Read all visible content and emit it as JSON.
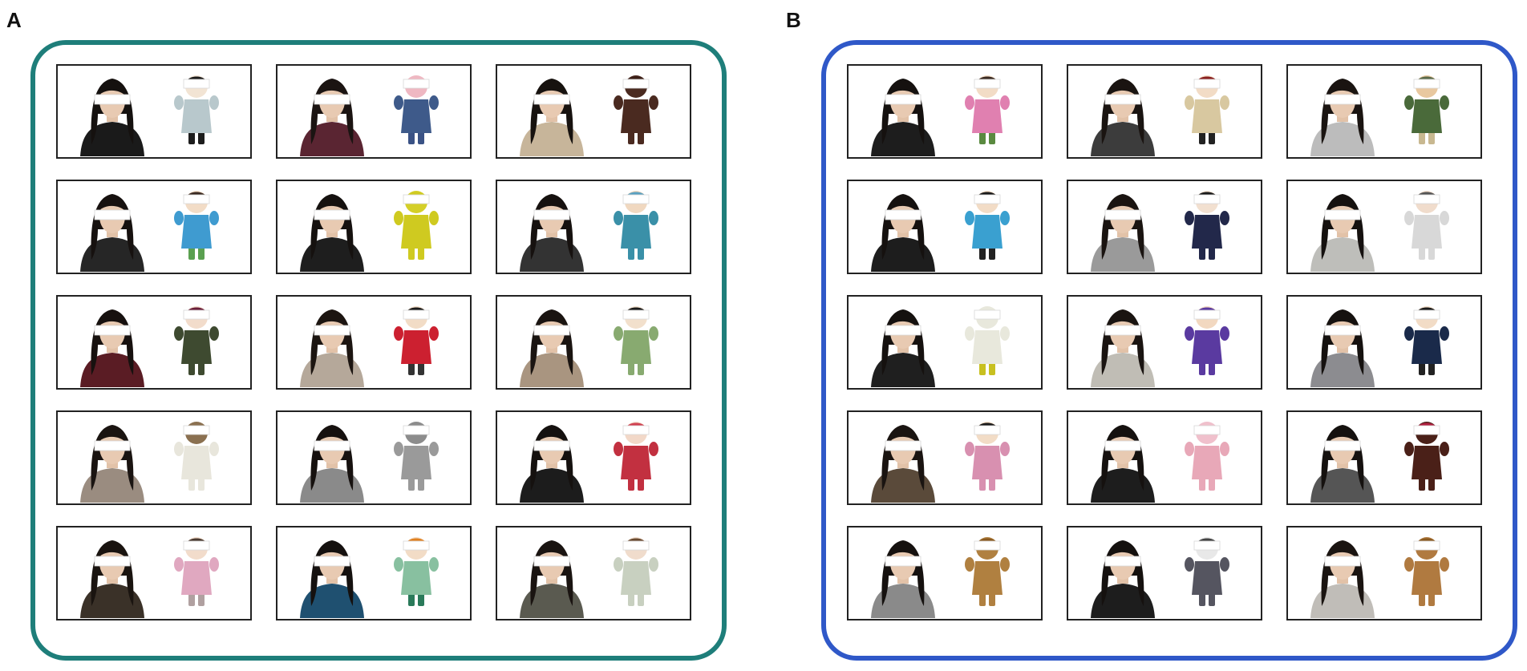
{
  "panels": [
    {
      "label": "A",
      "border_color": "#1e7e7a",
      "rows": 5,
      "cols": 3,
      "cards": [
        {
          "hair": "#15110f",
          "clothes": "#1a1a1a",
          "doll_body": "#b8c8cc",
          "doll_head": "#f2e4d4",
          "doll_hair": "#1a1a1a",
          "doll_legs": "#1d1d1d"
        },
        {
          "hair": "#1b1412",
          "clothes": "#5a2532",
          "doll_body": "#3e5a8a",
          "doll_head": "#efb8c2",
          "doll_hair": "#efb8c2",
          "doll_legs": "#3a5285"
        },
        {
          "hair": "#17120f",
          "clothes": "#c7b59a",
          "doll_body": "#4a2a20",
          "doll_head": "#4a2a20",
          "doll_hair": "#3a1e16",
          "doll_legs": "#4a2a20"
        },
        {
          "hair": "#16110f",
          "clothes": "#262626",
          "doll_body": "#3f9bd0",
          "doll_head": "#f2dcc6",
          "doll_hair": "#3a2a22",
          "doll_legs": "#5aa050"
        },
        {
          "hair": "#15110f",
          "clothes": "#1e1e1e",
          "doll_body": "#cfca20",
          "doll_head": "#d4cf28",
          "doll_hair": "#cfca20",
          "doll_legs": "#cfca20"
        },
        {
          "hair": "#16110f",
          "clothes": "#333333",
          "doll_body": "#3a90a8",
          "doll_head": "#f0d8c0",
          "doll_hair": "#5aa0c0",
          "doll_legs": "#3a90a8"
        },
        {
          "hair": "#17110f",
          "clothes": "#5a1c24",
          "doll_body": "#3e4a30",
          "doll_head": "#f2dccb",
          "doll_hair": "#6a1e3a",
          "doll_legs": "#3e4a30"
        },
        {
          "hair": "#1c1511",
          "clothes": "#b5a89a",
          "doll_body": "#cc2030",
          "doll_head": "#f2dcc6",
          "doll_hair": "#1a1a1a",
          "doll_legs": "#333333"
        },
        {
          "hair": "#1a1411",
          "clothes": "#a99580",
          "doll_body": "#88aa70",
          "doll_head": "#f2e0cc",
          "doll_hair": "#1a1a1a",
          "doll_legs": "#88aa70"
        },
        {
          "hair": "#1a1411",
          "clothes": "#9a8c80",
          "doll_body": "#e8e6dc",
          "doll_head": "#8a7050",
          "doll_hair": "#8a7050",
          "doll_legs": "#e8e6dc"
        },
        {
          "hair": "#16110f",
          "clothes": "#8a8a8a",
          "doll_body": "#9a9a9a",
          "doll_head": "#8c8c8c",
          "doll_hair": "#8c8c8c",
          "doll_legs": "#9a9a9a"
        },
        {
          "hair": "#15110f",
          "clothes": "#1c1c1c",
          "doll_body": "#c23040",
          "doll_head": "#f2d8c8",
          "doll_hair": "#d04050",
          "doll_legs": "#c23040"
        },
        {
          "hair": "#1a1410",
          "clothes": "#3a3128",
          "doll_body": "#e0a8c0",
          "doll_head": "#f2dccb",
          "doll_hair": "#4a3a30",
          "doll_legs": "#b0a0a0"
        },
        {
          "hair": "#15110f",
          "clothes": "#1f5070",
          "doll_body": "#88c0a0",
          "doll_head": "#f2dcc6",
          "doll_hair": "#e08020",
          "doll_legs": "#2a7a5a"
        },
        {
          "hair": "#1a1411",
          "clothes": "#5a5a50",
          "doll_body": "#c8d0c0",
          "doll_head": "#f0dccc",
          "doll_hair": "#6a4a30",
          "doll_legs": "#c8d0c0"
        }
      ]
    },
    {
      "label": "B",
      "border_color": "#2f58c8",
      "rows": 5,
      "cols": 3,
      "cards": [
        {
          "hair": "#15110f",
          "clothes": "#1d1d1d",
          "doll_body": "#e080b0",
          "doll_head": "#f2dcc6",
          "doll_hair": "#3a2a22",
          "doll_legs": "#5a8a40"
        },
        {
          "hair": "#1a1411",
          "clothes": "#3c3c3c",
          "doll_body": "#d8c8a0",
          "doll_head": "#f2dcc6",
          "doll_hair": "#8a2020",
          "doll_legs": "#222222"
        },
        {
          "hair": "#1a1411",
          "clothes": "#bcbcbc",
          "doll_body": "#4a6a3a",
          "doll_head": "#e8c8a0",
          "doll_hair": "#5a6a4a",
          "doll_legs": "#c8b890"
        },
        {
          "hair": "#15110f",
          "clothes": "#1d1d1d",
          "doll_body": "#3aa0d0",
          "doll_head": "#f2dcc6",
          "doll_hair": "#1a1a1a",
          "doll_legs": "#222222"
        },
        {
          "hair": "#1a1411",
          "clothes": "#9a9a9a",
          "doll_body": "#22284a",
          "doll_head": "#f2e0d0",
          "doll_hair": "#1a1a1a",
          "doll_legs": "#22284a"
        },
        {
          "hair": "#15110f",
          "clothes": "#bebeba",
          "doll_body": "#d8d8d8",
          "doll_head": "#f0dccc",
          "doll_hair": "#555555",
          "doll_legs": "#d8d8d8"
        },
        {
          "hair": "#15110f",
          "clothes": "#1f1f1f",
          "doll_body": "#e8e8dc",
          "doll_head": "#e8e8dc",
          "doll_hair": "#e8e8dc",
          "doll_legs": "#c8c020"
        },
        {
          "hair": "#1a1411",
          "clothes": "#c0bdb5",
          "doll_body": "#5a3aa0",
          "doll_head": "#f2d8c0",
          "doll_hair": "#5a3aa0",
          "doll_legs": "#5a3aa0"
        },
        {
          "hair": "#15110f",
          "clothes": "#8c8c90",
          "doll_body": "#1a2a4a",
          "doll_head": "#f2dcc6",
          "doll_hair": "#1a1a1a",
          "doll_legs": "#222222"
        },
        {
          "hair": "#1a1411",
          "clothes": "#5a4a3a",
          "doll_body": "#d890b0",
          "doll_head": "#f2dcc6",
          "doll_hair": "#1a1a1a",
          "doll_legs": "#d890b0"
        },
        {
          "hair": "#15110f",
          "clothes": "#1d1d1d",
          "doll_body": "#e8a8b8",
          "doll_head": "#f0c0cc",
          "doll_hair": "#f0c0cc",
          "doll_legs": "#e8a8b8"
        },
        {
          "hair": "#15110f",
          "clothes": "#555555",
          "doll_body": "#4a2018",
          "doll_head": "#4a2018",
          "doll_hair": "#b02040",
          "doll_legs": "#4a2018"
        },
        {
          "hair": "#15110f",
          "clothes": "#8a8a8a",
          "doll_body": "#b08040",
          "doll_head": "#b08040",
          "doll_hair": "#8a5a20",
          "doll_legs": "#b08040"
        },
        {
          "hair": "#15110f",
          "clothes": "#1d1d1d",
          "doll_body": "#555560",
          "doll_head": "#e8e8e8",
          "doll_hair": "#444444",
          "doll_legs": "#555560"
        },
        {
          "hair": "#1a1411",
          "clothes": "#c0bdb8",
          "doll_body": "#b07a40",
          "doll_head": "#b07a40",
          "doll_hair": "#8a5a20",
          "doll_legs": "#b07a40"
        }
      ]
    }
  ]
}
